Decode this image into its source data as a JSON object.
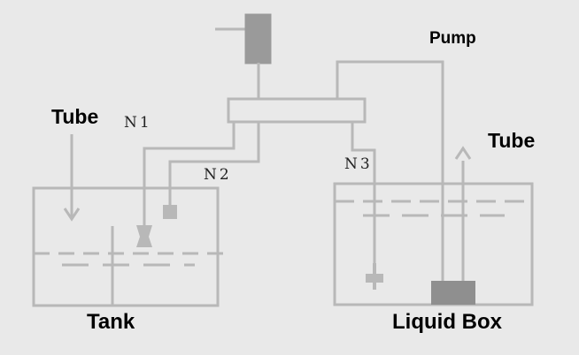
{
  "labels": {
    "pump": "Pump",
    "tube_left": "Tube",
    "tube_right": "Tube",
    "n1": "N1",
    "n2": "N2",
    "n3": "N3",
    "tank": "Tank",
    "liquid_box": "Liquid Box"
  },
  "colors": {
    "background": "#e9e9e9",
    "line": "#b8b8b8",
    "dark_fill": "#8f8f8f",
    "text": "#000000"
  },
  "icons": {
    "arrow_down": "down-arrow-icon",
    "arrow_up": "up-arrow-icon"
  }
}
